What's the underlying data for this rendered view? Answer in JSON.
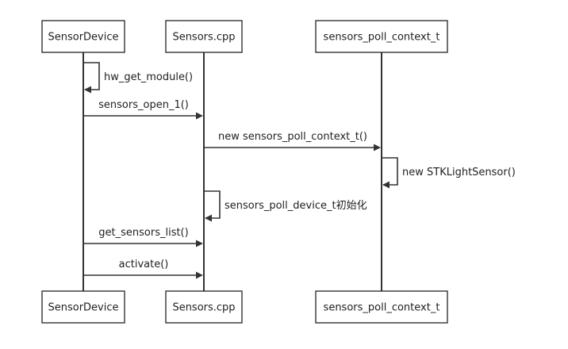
{
  "participants": [
    {
      "id": "sensor_device",
      "name": "SensorDevice"
    },
    {
      "id": "sensors_cpp",
      "name": "Sensors.cpp"
    },
    {
      "id": "poll_context",
      "name": "sensors_poll_context_t"
    }
  ],
  "messages": [
    {
      "from": "sensor_device",
      "to": "sensor_device",
      "label": "hw_get_module()"
    },
    {
      "from": "sensor_device",
      "to": "sensors_cpp",
      "label": "sensors_open_1()"
    },
    {
      "from": "sensors_cpp",
      "to": "poll_context",
      "label": "new sensors_poll_context_t()"
    },
    {
      "from": "poll_context",
      "to": "poll_context",
      "label": "new STKLightSensor()"
    },
    {
      "from": "sensors_cpp",
      "to": "sensors_cpp",
      "label": "sensors_poll_device_t初始化"
    },
    {
      "from": "sensor_device",
      "to": "sensors_cpp",
      "label": "get_sensors_list()"
    },
    {
      "from": "sensor_device",
      "to": "sensors_cpp",
      "label": "activate()"
    }
  ]
}
